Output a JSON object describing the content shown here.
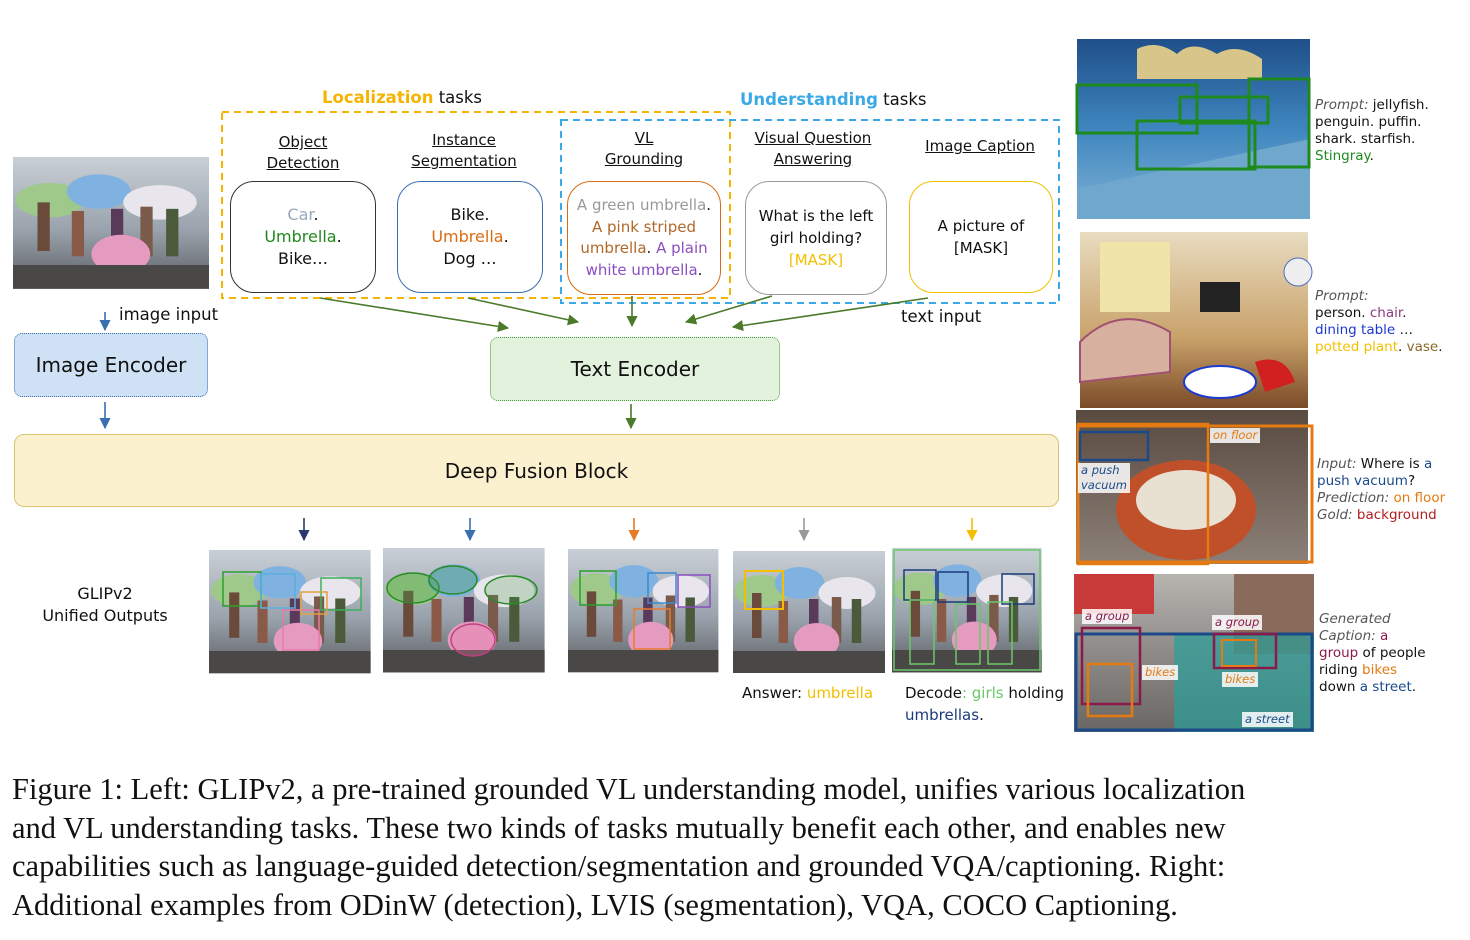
{
  "colors": {
    "localization": "#f5b400",
    "understanding": "#3aa9e6",
    "green": "#1e8a1e",
    "orange": "#d96b10",
    "purple": "#8a4fc0",
    "gray": "#999999",
    "mask": "#f2c000",
    "arrow": "#4a7a2a"
  },
  "headings": {
    "localization_word": "Localization",
    "localization_rest": " tasks",
    "understanding_word": "Understanding",
    "understanding_rest": " tasks"
  },
  "tasks": {
    "od_title1": "Object",
    "od_title2": "Detection",
    "od_l1": "Car",
    "od_l1b": ".",
    "od_l2": "Umbrella",
    "od_l2b": ".",
    "od_l3": "Bike…",
    "is_title1": "Instance",
    "is_title2": "Segmentation",
    "is_l1": "Bike.",
    "is_l2": "Umbrella",
    "is_l2b": ".",
    "is_l3": "Dog …",
    "vg_title1": "VL",
    "vg_title2": "Grounding",
    "vg_l1": "A green umbrella",
    "vg_l1b": ".",
    "vg_l2": "A pink striped",
    "vg_l3a": "umbrella",
    "vg_l3b": ". ",
    "vg_l3c": "A plain",
    "vg_l4": "white umbrella",
    "vg_l4b": ".",
    "vqa_title1": "Visual Question",
    "vqa_title2": "Answering",
    "vqa_l1": "What is the left",
    "vqa_l2": "girl holding?",
    "vqa_l3": "[MASK]",
    "cap_title": "Image Caption",
    "cap_l1": "A picture of",
    "cap_l2": "[MASK]"
  },
  "labels": {
    "image_input": "image input",
    "text_input": "text input",
    "image_encoder": "Image Encoder",
    "text_encoder": "Text Encoder",
    "deep_fusion": "Deep Fusion Block",
    "unified1": "GLIPv2",
    "unified2": "Unified Outputs",
    "answer_prefix": "Answer: ",
    "answer_value": "umbrella",
    "decode_prefix": "Decode",
    "decode_colon": ": ",
    "decode_girls": "girls",
    "decode_holding": " holding",
    "decode_umbrellas": "umbrellas",
    "decode_end": "."
  },
  "right_panels": {
    "p1_prompt": "Prompt:",
    "p1_l1": " jellyfish.",
    "p1_l2": "penguin. puffin.",
    "p1_l3": "shark. starfish.",
    "p1_l4": "Stingray",
    "p1_l4b": ".",
    "p2_prompt": "Prompt:",
    "p2_l1a": "person. ",
    "p2_l1b": "chair",
    "p2_l1c": ".",
    "p2_l2a": "dining table",
    "p2_l2b": " …",
    "p2_l3a": "potted plant",
    "p2_l3b": ". ",
    "p2_l3c": "vase",
    "p2_l3d": ".",
    "p3_input": "Input:",
    "p3_q1": " Where is ",
    "p3_q1b": "a",
    "p3_q2": "push vacuum",
    "p3_q2b": "?",
    "p3_pred": "Prediction:",
    "p3_predv": " on floor",
    "p3_gold": "Gold:",
    "p3_goldv": " background",
    "p3_box1": "a push",
    "p3_box1b": "vacuum",
    "p3_box2": "on floor",
    "p4_gen": "Generated",
    "p4_cap": "Caption:",
    "p4_a": " a",
    "p4_group": "group",
    "p4_of": " of people",
    "p4_riding": "riding ",
    "p4_bikes": "bikes",
    "p4_down": "down ",
    "p4_street": "a street",
    "p4_end": ".",
    "p4_lbl_group1": "a group",
    "p4_lbl_group2": "a group",
    "p4_lbl_bikes1": "bikes",
    "p4_lbl_bikes2": "bikes",
    "p4_lbl_street": "a street"
  },
  "caption": {
    "line1": "Figure 1: Left: GLIPv2, a pre-trained grounded VL understanding model, unifies various localization",
    "line2": "and VL understanding tasks. These two kinds of tasks mutually benefit each other, and enables new",
    "line3": "capabilities such as language-guided detection/segmentation and grounded VQA/captioning. Right:",
    "line4": "Additional examples from ODinW (detection), LVIS (segmentation), VQA, COCO Captioning."
  }
}
